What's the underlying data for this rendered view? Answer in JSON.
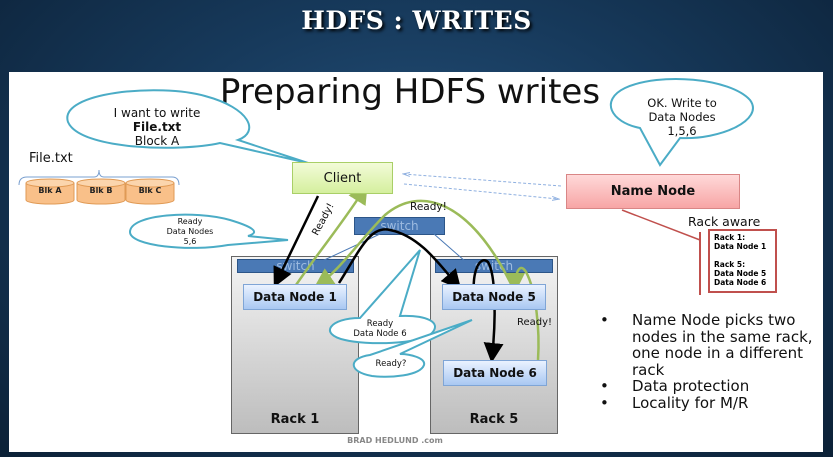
{
  "slide": {
    "title": "HDFS : WRITES",
    "subtitle": "Preparing HDFS writes",
    "credit": "BRAD HEDLUND .com"
  },
  "file": {
    "label": "File.txt",
    "blocks": [
      "Blk A",
      "Blk B",
      "Blk C"
    ]
  },
  "callouts": {
    "client_request": {
      "line1": "I want to write",
      "line2": "File.txt",
      "line3": "Block A"
    },
    "name_node_reply": {
      "line1": "OK. Write to",
      "line2": "Data Nodes",
      "line3": "1,5,6"
    },
    "ready_nodes": {
      "line1": "Ready",
      "line2": "Data Nodes",
      "line3": "5,6"
    },
    "ready_node6": {
      "line1": "Ready",
      "line2": "Data Node  6"
    },
    "ready_question": "Ready?"
  },
  "nodes": {
    "client": "Client",
    "name_node": "Name Node",
    "core_switch": "switch",
    "rack1": {
      "label": "Rack 1",
      "switch": "switch",
      "data_nodes": [
        "Data Node 1"
      ]
    },
    "rack5": {
      "label": "Rack 5",
      "switch": "switch",
      "data_nodes": [
        "Data Node 5",
        "Data Node 6"
      ]
    }
  },
  "labels": {
    "ready_rotated": "Ready!",
    "ready_top": "Ready!",
    "ready_right": "Ready!"
  },
  "rack_aware": {
    "title": "Rack aware",
    "entries": [
      {
        "rack": "Rack 1:",
        "nodes": [
          "Data Node 1"
        ]
      },
      {
        "rack": "Rack 5:",
        "nodes": [
          "Data Node 5",
          "Data Node 6"
        ]
      }
    ]
  },
  "bullets": [
    "Name Node picks two nodes in the same rack, one node in a different rack",
    "Data protection",
    "Locality for M/R"
  ],
  "colors": {
    "background": "#173a5c",
    "callout_stroke": "#4bacc6",
    "ready_arrow": "#9bbb59",
    "request_arrow": "#000000",
    "switch": "#4a79b5",
    "client_fill": "#d5ef9e",
    "name_node_fill": "#f7a5a5",
    "rack_aware_border": "#c0504d"
  }
}
